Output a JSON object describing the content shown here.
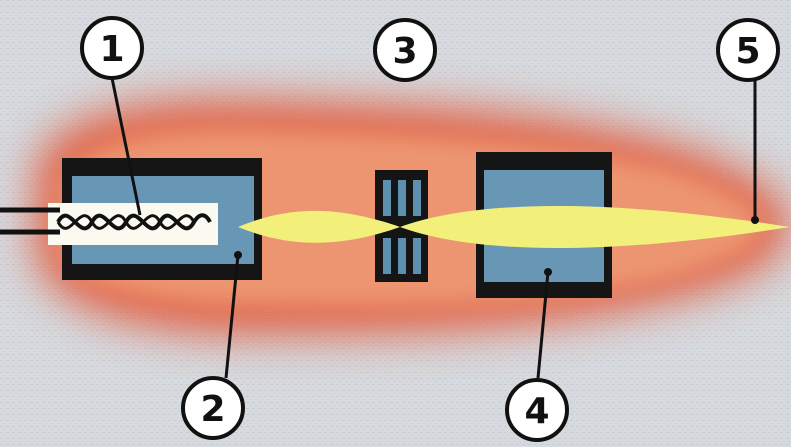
{
  "diagram": {
    "callouts": [
      {
        "id": "1",
        "label": "1"
      },
      {
        "id": "2",
        "label": "2"
      },
      {
        "id": "3",
        "label": "3"
      },
      {
        "id": "4",
        "label": "4"
      },
      {
        "id": "5",
        "label": "5"
      }
    ],
    "colors": {
      "background": "#d4d7dc",
      "glow_outer": "#e86a4a",
      "glow_inner": "#f4c9a0",
      "chamber_fill": "#5d8fae",
      "chamber_border": "#151515",
      "beam": "#f2f07a",
      "filament_bg": "#ffffff",
      "callout_fill": "#ffffff",
      "line": "#111111"
    }
  }
}
